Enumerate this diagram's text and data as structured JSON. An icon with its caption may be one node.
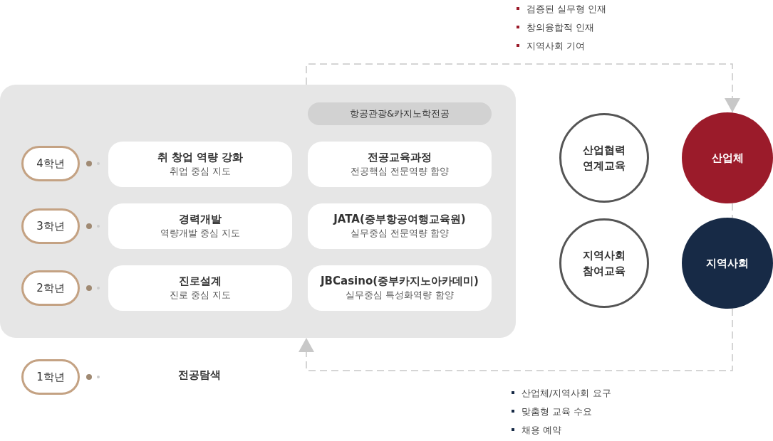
{
  "diagram": {
    "nodes": [
      {
        "text": [],
        "shape": "box"
      },
      {
        "text": [
          "항공관광&카지노학전공"
        ],
        "in": 0
      },
      {
        "text": [
          "4학년"
        ],
        "in": 0
      },
      {
        "text": [
          "취 창업 역량 강화",
          "취업 중심 지도"
        ],
        "in": 0
      },
      {
        "text": [
          "전공교육과정",
          "전공핵심 전문역량 함양"
        ],
        "in": 0
      },
      {
        "text": [
          "3학년"
        ],
        "in": 0
      },
      {
        "text": [
          "경력개발",
          "역량개발 중심 지도"
        ],
        "in": 0
      },
      {
        "text": [
          "JATA(중부항공여행교육원)",
          "실무중심 전문역량 함양"
        ],
        "in": 0
      },
      {
        "text": [
          "2학년"
        ],
        "in": 0
      },
      {
        "text": [
          "진로설계",
          "진로 중심 지도"
        ],
        "in": 0
      },
      {
        "text": [
          "JBCasino(중부카지노아카데미)",
          "실무중심 특성화역량 함양"
        ],
        "in": 0
      },
      {
        "text": [
          "1학년"
        ]
      },
      {
        "text": [
          "산업협력 연계교육"
        ]
      },
      {
        "text": [
          "산업체"
        ]
      },
      {
        "text": [
          "지역사회 참여교육"
        ]
      },
      {
        "text": [
          "지역사회"
        ]
      }
    ],
    "edges": [
      {
        "from": 0,
        "to": 13,
        "arrow": "to",
        "style": "dashed"
      },
      {
        "from": 13,
        "to": 15,
        "arrow": "none",
        "style": "dashed"
      },
      {
        "from": 15,
        "to": 0,
        "arrow": "to",
        "style": "dashed"
      }
    ],
    "labels": [
      "검증된 실무형 인재",
      "창의융합적 인재",
      "지역사회 기여",
      "전공탐색",
      "산업체/지역사회 요구",
      "맞춤형 교육 수요",
      "채용 예약"
    ]
  }
}
